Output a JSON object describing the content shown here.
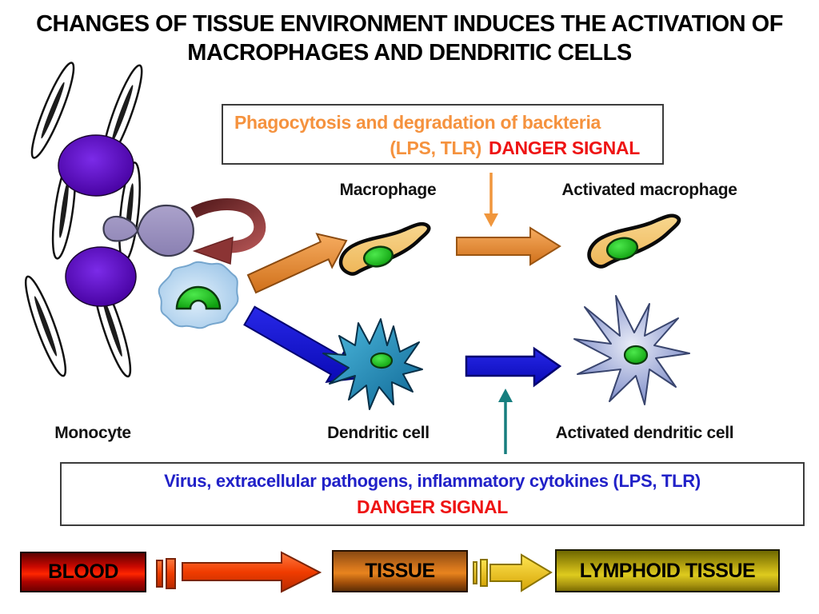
{
  "title": {
    "line1": "CHANGES OF TISSUE ENVIRONMENT INDUCES THE ACTIVATION OF",
    "line2": "MACROPHAGES AND DENDRITIC CELLS"
  },
  "top_box": {
    "line1": "Phagocytosis and degradation of backteria",
    "line2_orange": "(LPS, TLR)",
    "line2_red": "DANGER SIGNAL"
  },
  "labels": {
    "macrophage": "Macrophage",
    "activated_macrophage": "Activated macrophage",
    "monocyte": "Monocyte",
    "dendritic_cell": "Dendritic cell",
    "activated_dendritic_cell": "Activated dendritic cell"
  },
  "bottom_box": {
    "line1": "Virus, extracellular pathogens, inflammatory cytokines (LPS, TLR)",
    "line2": "DANGER SIGNAL"
  },
  "flow_bar": {
    "blood": "BLOOD",
    "tissue": "TISSUE",
    "lymphoid": "LYMPHOID TISSUE"
  },
  "colors": {
    "orange_text": "#F5923E",
    "red_text": "#EE1414",
    "blue_text": "#2121C8",
    "orange_arrow": "#E8913D",
    "blue_arrow": "#1414D6",
    "dark_red_arrow": "#7E2A28",
    "teal_arrow": "#1A7F80",
    "blood_red": "#FF2600",
    "tissue_orange": "#E8841E",
    "lymphoid_yellow": "#DECB1E"
  }
}
